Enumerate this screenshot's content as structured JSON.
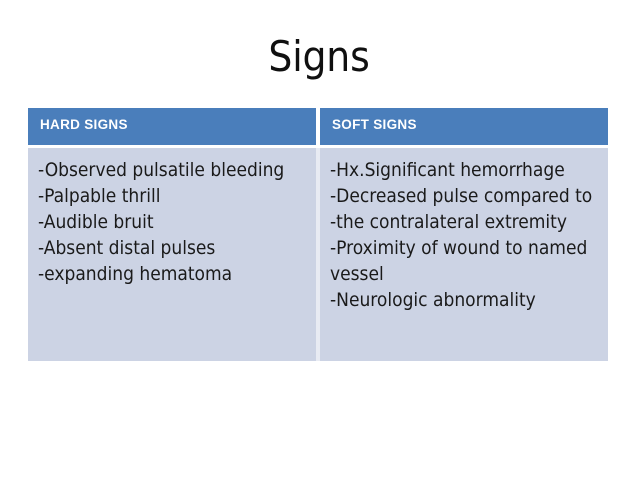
{
  "slide": {
    "title": "Signs",
    "background_color": "#ffffff"
  },
  "table": {
    "header_color": "#4a7ebb",
    "header_text_color": "#ffffff",
    "body_color": "#ccd3e4",
    "body_text_color": "#1a1a1a",
    "columns": [
      {
        "header": "HARD SIGNS",
        "lines": [
          "-Observed pulsatile bleeding",
          "-Palpable thrill",
          "-Audible bruit",
          "-Absent distal pulses",
          "-expanding hematoma"
        ]
      },
      {
        "header": "SOFT SIGNS",
        "lines": [
          "-Hx.Significant hemorrhage",
          "-Decreased pulse compared to",
          "-the contralateral extremity",
          "-Proximity of wound to named",
          "vessel",
          "-Neurologic abnormality"
        ]
      }
    ]
  }
}
